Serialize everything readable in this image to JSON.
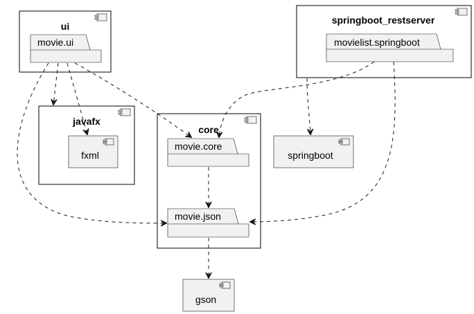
{
  "components": {
    "ui": {
      "title": "ui",
      "package": "movie.ui"
    },
    "javafx": {
      "title": "javafx",
      "inner": "fxml"
    },
    "core": {
      "title": "core",
      "packages": [
        "movie.core",
        "movie.json"
      ]
    },
    "springboot_restserver": {
      "title": "springboot_restserver",
      "package": "movielist.springboot"
    },
    "springboot": {
      "label": "springboot"
    },
    "gson": {
      "label": "gson"
    }
  },
  "edges": [
    {
      "from": "movie.ui",
      "to": "javafx"
    },
    {
      "from": "movie.ui",
      "to": "fxml"
    },
    {
      "from": "movie.ui",
      "to": "movie.core"
    },
    {
      "from": "movie.ui",
      "to": "movie.json"
    },
    {
      "from": "movielist.springboot",
      "to": "movie.core"
    },
    {
      "from": "movielist.springboot",
      "to": "springboot"
    },
    {
      "from": "movielist.springboot",
      "to": "movie.json"
    },
    {
      "from": "movie.core",
      "to": "movie.json"
    },
    {
      "from": "movie.json",
      "to": "gson"
    }
  ],
  "colors": {
    "line": "#181818",
    "package_fill": "#f1f1f1",
    "component_fill": "#f1f1f1"
  }
}
